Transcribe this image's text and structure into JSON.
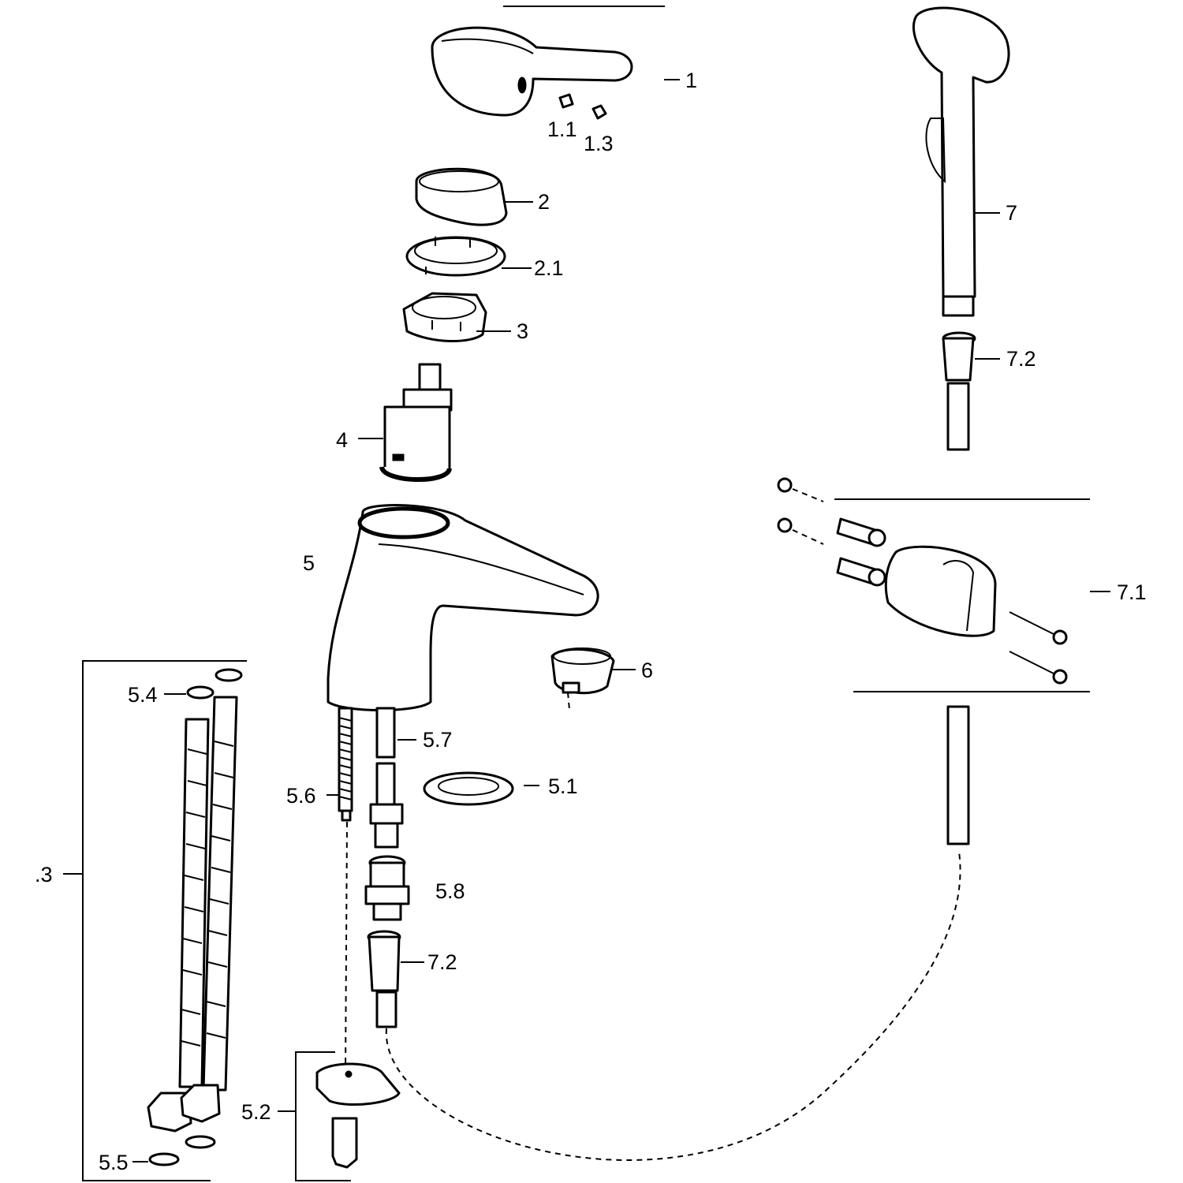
{
  "callouts": {
    "c1": "1",
    "c1_1": "1.1",
    "c1_3": "1.3",
    "c2": "2",
    "c2_1": "2.1",
    "c3": "3",
    "c4": "4",
    "c5": "5",
    "c5_1": "5.1",
    "c5_2": "5.2",
    "c5_3": ".3",
    "c5_4": "5.4",
    "c5_5": "5.5",
    "c5_6": "5.6",
    "c5_7": "5.7",
    "c5_8": "5.8",
    "c6": "6",
    "c7": "7",
    "c7_1": "7.1",
    "c7_2_top": "7.2",
    "c7_2_bottom": "7.2"
  }
}
